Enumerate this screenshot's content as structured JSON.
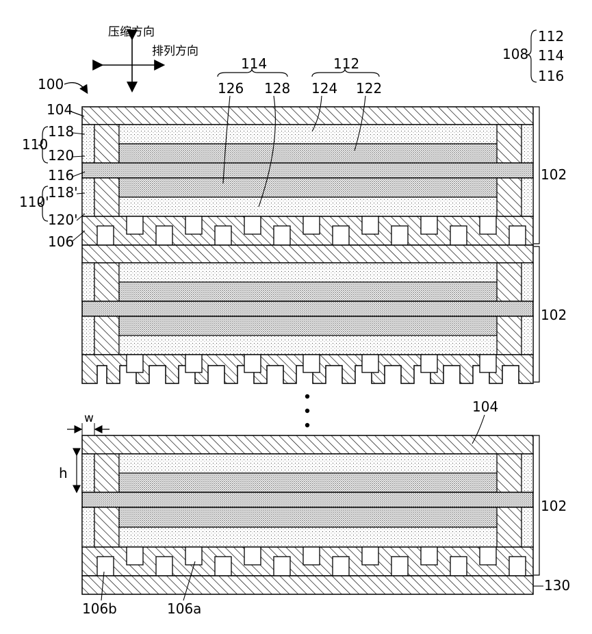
{
  "labels": {
    "compress_dir": "压缩方向",
    "arrange_dir": "排列方向",
    "device": "100",
    "plate": "104",
    "unit": "110",
    "unit_prime": "110'",
    "l118": "118",
    "l120": "120",
    "l118p": "118'",
    "l120p": "120'",
    "l116": "116",
    "l106": "106",
    "l114": "114",
    "l112": "112",
    "l126": "126",
    "l128": "128",
    "l124": "124",
    "l122": "122",
    "l108": "108",
    "b112": "112",
    "b114": "114",
    "b116": "116",
    "cell1": "102",
    "cell2": "102",
    "cell3": "102",
    "plate_bottom": "104",
    "w": "w",
    "h": "h",
    "base": "130",
    "l106b": "106b",
    "l106a": "106a"
  }
}
